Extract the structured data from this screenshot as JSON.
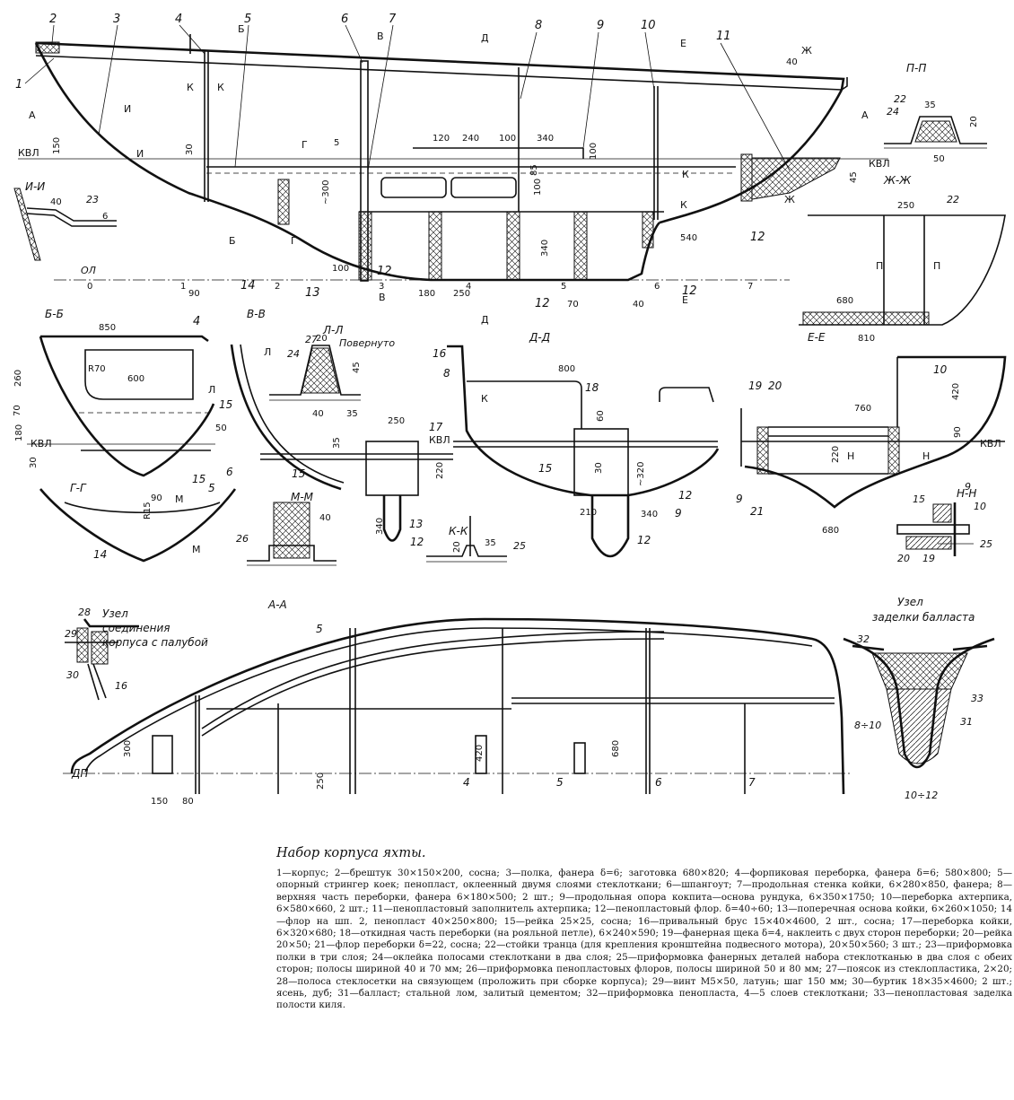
{
  "drawing": {
    "part_numbers": [
      "1",
      "2",
      "3",
      "4",
      "5",
      "6",
      "7",
      "8",
      "9",
      "10",
      "11",
      "12",
      "13",
      "14",
      "15",
      "16",
      "17",
      "18",
      "19",
      "20",
      "21",
      "22",
      "23",
      "24",
      "25",
      "26",
      "27",
      "28",
      "29",
      "30",
      "31",
      "32",
      "33"
    ],
    "section_labels": {
      "bb": "Б-Б",
      "vv": "В-В",
      "ll": "Л-Л",
      "ll_note": "Повернуто",
      "dd": "Д-Д",
      "ee": "Е-Е",
      "zhzh": "Ж-Ж",
      "pp": "П-П",
      "ii": "И-И",
      "gg": "Г-Г",
      "mm": "М-М",
      "kk": "К-К",
      "nn": "Н-Н",
      "aa": "А-А"
    },
    "waterline": "КВЛ",
    "baseline": "ОЛ",
    "centerline": "ДП",
    "node_joint": [
      "Узел",
      "соединения",
      "корпуса с палубой"
    ],
    "node_ballast": [
      "Узел",
      "заделки балласта"
    ],
    "dimensions": {
      "d40": "40",
      "d150": "150",
      "d30": "30",
      "d5": "5",
      "d300": "~300",
      "d120": "120",
      "d240": "240",
      "d100": "100",
      "d340": "340",
      "d100b": "100",
      "d85": "85",
      "d100c": "100",
      "d340v": "340",
      "d45": "45",
      "d540": "540",
      "d90": "90",
      "d100d": "100",
      "d180": "180",
      "d250": "250",
      "d70": "70",
      "d40b": "40",
      "pp35": "35",
      "pp20": "20",
      "pp50": "50",
      "zh250": "250",
      "zh680": "680",
      "zh810": "810",
      "ii40": "40",
      "ii6": "6",
      "bb850": "850",
      "bb600": "600",
      "bbR70": "R70",
      "bb260": "260",
      "bb70": "70",
      "bb180": "180",
      "bb30": "30",
      "bb50": "50",
      "gR15": "R15",
      "g90": "90",
      "ll20": "20",
      "ll45": "45",
      "ll40": "40",
      "ll35": "35",
      "vv250": "250",
      "vv35": "35",
      "vv220": "220",
      "vv340": "340",
      "mm40": "40",
      "kk35": "35",
      "kk20": "20",
      "dd800": "800",
      "dd60": "60",
      "dd30": "30",
      "dd320": "~320",
      "dd210": "210",
      "dd340": "340",
      "ee760": "760",
      "ee420": "420",
      "ee90": "90",
      "ee220": "220",
      "ee680": "680",
      "aa300": "300",
      "aa250": "250",
      "aa420": "420",
      "aa680": "680",
      "aa150": "150",
      "aa80": "80",
      "b8_10": "8÷10",
      "b10_12": "10÷12"
    },
    "frame_numbers": [
      "0",
      "1",
      "2",
      "3",
      "4",
      "5",
      "6",
      "7"
    ]
  },
  "caption": {
    "title": "Набор корпуса яхты.",
    "body": "1—корпус; 2—брештук 30×150×200, сосна; 3—полка, фанера δ=6; заготовка 680×820; 4—форпиковая переборка, фанера δ=6; 580×800; 5—опорный стрингер коек; пенопласт, оклеенный двумя слоями стеклоткани; 6—шпангоут; 7—продольная стенка койки, 6×280×850, фанера; 8—верхняя часть переборки, фанера 6×180×500; 2 шт.; 9—продольная опора кокпита—основа рундука, 6×350×1750; 10—переборка ахтерпика, 6×580×660, 2 шт.; 11—пенопластовый заполнитель ахтерпика; 12—пенопластовый флор. δ=40÷60; 13—поперечная основа койки, 6×260×1050; 14—флор на шп. 2, пенопласт 40×250×800; 15—рейка 25×25, сосна; 16—привальный брус 15×40×4600, 2 шт., сосна; 17—переборка койки, 6×320×680; 18—откидная часть переборки (на рояльной петле), 6×240×590; 19—фанерная щека δ=4, наклеить с двух сторон переборки; 20—рейка 20×50; 21—флор переборки δ=22, сосна; 22—стойки транца (для крепления кронштейна подвесного мотора), 20×50×560; 3 шт.; 23—приформовка полки в три слоя; 24—оклейка полосами стеклоткани в два слоя; 25—приформовка фанерных деталей набора стеклотканью в два слоя с обеих сторон; полосы шириной 40 и 70 мм; 26—приформовка пенопластовых флоров, полосы шириной 50 и 80 мм; 27—поясок из стеклопластика, 2×20; 28—полоса стеклосетки на связующем (проложить при сборке корпуса); 29—винт М5×50, латунь; шаг 150 мм; 30—буртик 18×35×4600; 2 шт.; ясень, дуб; 31—балласт; стальной лом, залитый цементом; 32—приформовка пенопласта, 4—5 слоев стеклоткани; 33—пенопластовая заделка полости киля."
  }
}
